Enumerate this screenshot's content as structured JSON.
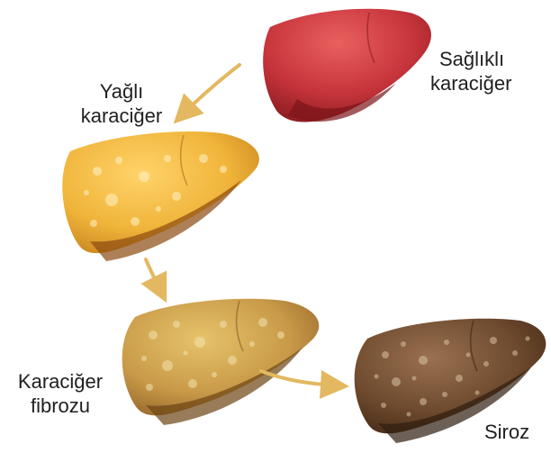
{
  "stages": [
    {
      "id": "healthy",
      "lines": [
        "Sağlıklı",
        "karaciğer"
      ]
    },
    {
      "id": "fatty",
      "lines": [
        "Yağlı",
        "karaciğer"
      ]
    },
    {
      "id": "fibrosis",
      "lines": [
        "Karaciğer",
        "fibrozu"
      ]
    },
    {
      "id": "cirrhosis",
      "lines": [
        "Siroz"
      ]
    }
  ],
  "colors": {
    "healthy": "#c6343a",
    "fatty": "#f0b43a",
    "fibrosis": "#c99a48",
    "cirrhosis": "#6e4a2e",
    "arrow": "#e3b860"
  }
}
